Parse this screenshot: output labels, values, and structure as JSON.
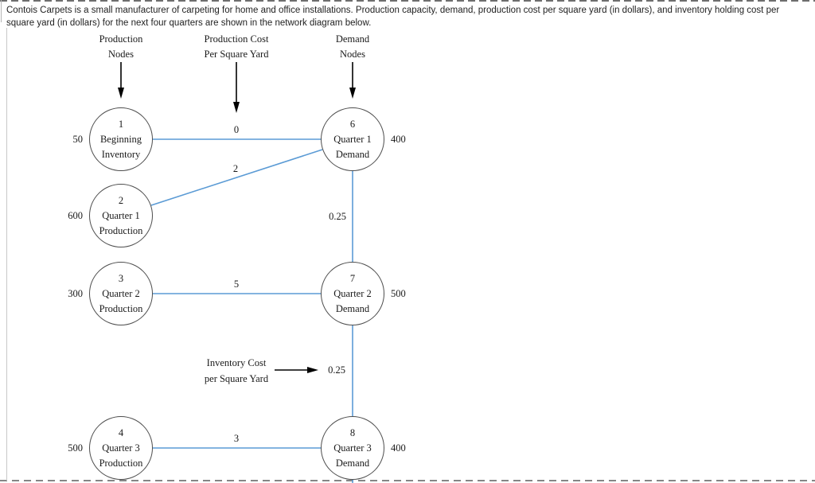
{
  "problem_statement": "Contois Carpets is a small manufacturer of carpeting for home and office installations. Production capacity, demand, production cost per square yard (in dollars), and inventory holding cost per square yard (in dollars) for the next four quarters are shown in the network diagram below.",
  "diagram": {
    "column_headers": [
      {
        "line1": "Production",
        "line2": "Nodes"
      },
      {
        "line1": "Production Cost",
        "line2": "Per Square Yard"
      },
      {
        "line1": "Demand",
        "line2": "Nodes"
      }
    ],
    "production_nodes": [
      {
        "id": "1",
        "line1": "Beginning",
        "line2": "Inventory",
        "supply": "50"
      },
      {
        "id": "2",
        "line1": "Quarter 1",
        "line2": "Production",
        "supply": "600"
      },
      {
        "id": "3",
        "line1": "Quarter 2",
        "line2": "Production",
        "supply": "300"
      },
      {
        "id": "4",
        "line1": "Quarter 3",
        "line2": "Production",
        "supply": "500"
      }
    ],
    "demand_nodes": [
      {
        "id": "6",
        "line1": "Quarter 1",
        "line2": "Demand",
        "demand": "400"
      },
      {
        "id": "7",
        "line1": "Quarter 2",
        "line2": "Demand",
        "demand": "500"
      },
      {
        "id": "8",
        "line1": "Quarter 3",
        "line2": "Demand",
        "demand": "400"
      }
    ],
    "edges": {
      "production_costs": [
        {
          "from": "1",
          "to": "6",
          "cost": "0"
        },
        {
          "from": "2",
          "to": "6",
          "cost": "2"
        },
        {
          "from": "3",
          "to": "7",
          "cost": "5"
        },
        {
          "from": "4",
          "to": "8",
          "cost": "3"
        }
      ],
      "inventory_costs": [
        {
          "from": "6",
          "to": "7",
          "cost": "0.25"
        },
        {
          "from": "7",
          "to": "8",
          "cost": "0.25"
        }
      ]
    },
    "legend": {
      "line1": "Inventory Cost",
      "line2": "per Square Yard"
    }
  },
  "colors": {
    "edge_blue": "#5b9bd5",
    "node_outline": "#4d4d4d",
    "arrow_black": "#000000",
    "text": "#1a1a1a",
    "frame_gray": "#c8c8c8",
    "dashed_border": "#3f3f3f"
  }
}
